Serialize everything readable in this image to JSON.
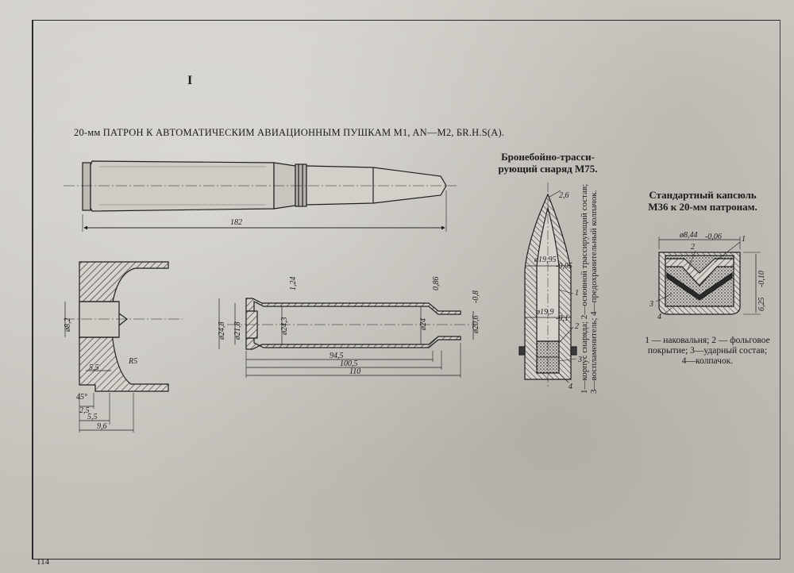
{
  "page": {
    "title": "20-мм ПАТРОН К АВТОМАТИЧЕСКИМ АВИАЦИОННЫМ ПУШКАМ M1, AN—M2, БR.H.S(A).",
    "page_number": "114",
    "corner_mark": "I"
  },
  "projectile": {
    "title": "Бронебойно-трасси-рующий снаряд М75.",
    "legend": "1—корпус снаряда; 2—основной трассирующий состав; 3—воспламенитель; 4—предохранительный колпачок.",
    "callouts": [
      "1",
      "2",
      "3",
      "4"
    ],
    "dims": {
      "nose": "2,6",
      "body": "ø19,95",
      "body_tol": "-0,05",
      "band": "ø19,9",
      "band_tol": "-0,1"
    }
  },
  "primer": {
    "title": "Стандартный капсюль M36 к 20-мм патронам.",
    "legend": "1 — наковальня; 2 — фольговое покрытие; 3—ударный состав; 4—колпачок.",
    "callouts": [
      "1",
      "2",
      "3",
      "4"
    ],
    "dims": {
      "diameter": "ø8,44",
      "diameter_tol": "-0,06",
      "height": "6,25",
      "height_tol": "-0,10"
    }
  },
  "cartridge": {
    "dims": {
      "length": "182"
    }
  },
  "case_head": {
    "dims": {
      "bore": "ø8,2",
      "d1": "5,5",
      "radius": "R5",
      "angle": "45°",
      "d2": "2,5",
      "d3": "5,5",
      "d4": "9,6"
    }
  },
  "case": {
    "dims": {
      "rim": "ø24,8",
      "head": "ø21,8",
      "body": "ø24,3",
      "shoulder": "ø24",
      "neck": "ø20,6",
      "neck_tol": "-0,8",
      "wall1": "1,24",
      "wall2": "0,86",
      "l1": "94,5",
      "l2": "100,5",
      "l3": "110"
    }
  }
}
